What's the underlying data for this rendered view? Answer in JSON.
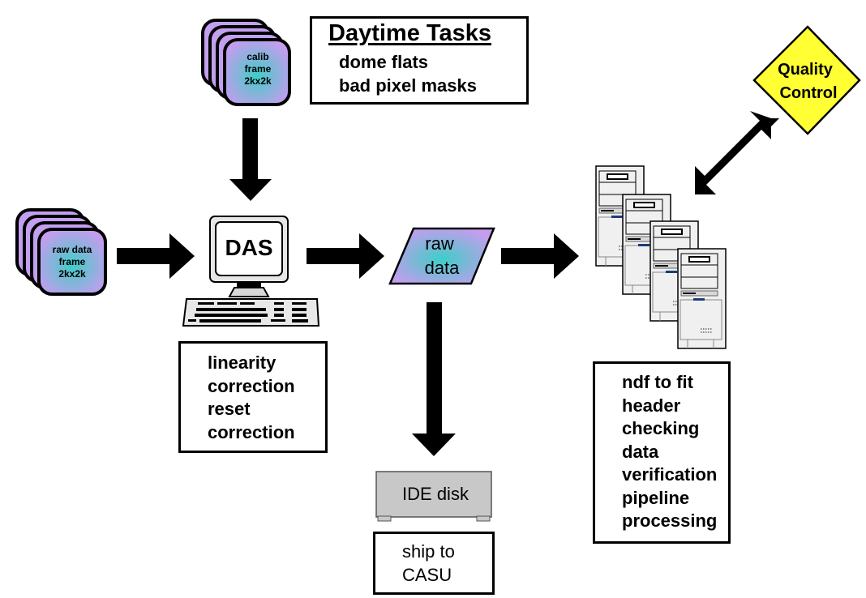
{
  "diagram": {
    "daytime_tasks": {
      "title": "Daytime Tasks",
      "items": [
        "dome flats",
        "bad pixel masks"
      ]
    },
    "calib_frame": {
      "lines": [
        "calib",
        "frame",
        "2kx2k"
      ]
    },
    "raw_frame": {
      "lines": [
        "raw data",
        "frame",
        "2kx2k"
      ]
    },
    "das": {
      "screen_label": "DAS",
      "tasks": [
        "linearity",
        "correction",
        "reset",
        "correction"
      ]
    },
    "raw_data": {
      "lines": [
        "raw",
        "data"
      ]
    },
    "ide_disk": {
      "label": "IDE disk",
      "destination": [
        "ship to",
        "CASU"
      ]
    },
    "quality_control": {
      "lines": [
        "Quality",
        "Control"
      ]
    },
    "processing": {
      "tasks": [
        "ndf to fit",
        "header",
        "checking",
        "data",
        "verification",
        "pipeline",
        "processing"
      ]
    },
    "colors": {
      "stack_fill_edge": "#c79cf0",
      "stack_fill_center": "#3ccfc8",
      "qc_fill": "#ffff33",
      "disk_fill": "#c8c8c8",
      "server_fill": "#f0f0f0",
      "server_accent": "#1a3d7a"
    }
  }
}
